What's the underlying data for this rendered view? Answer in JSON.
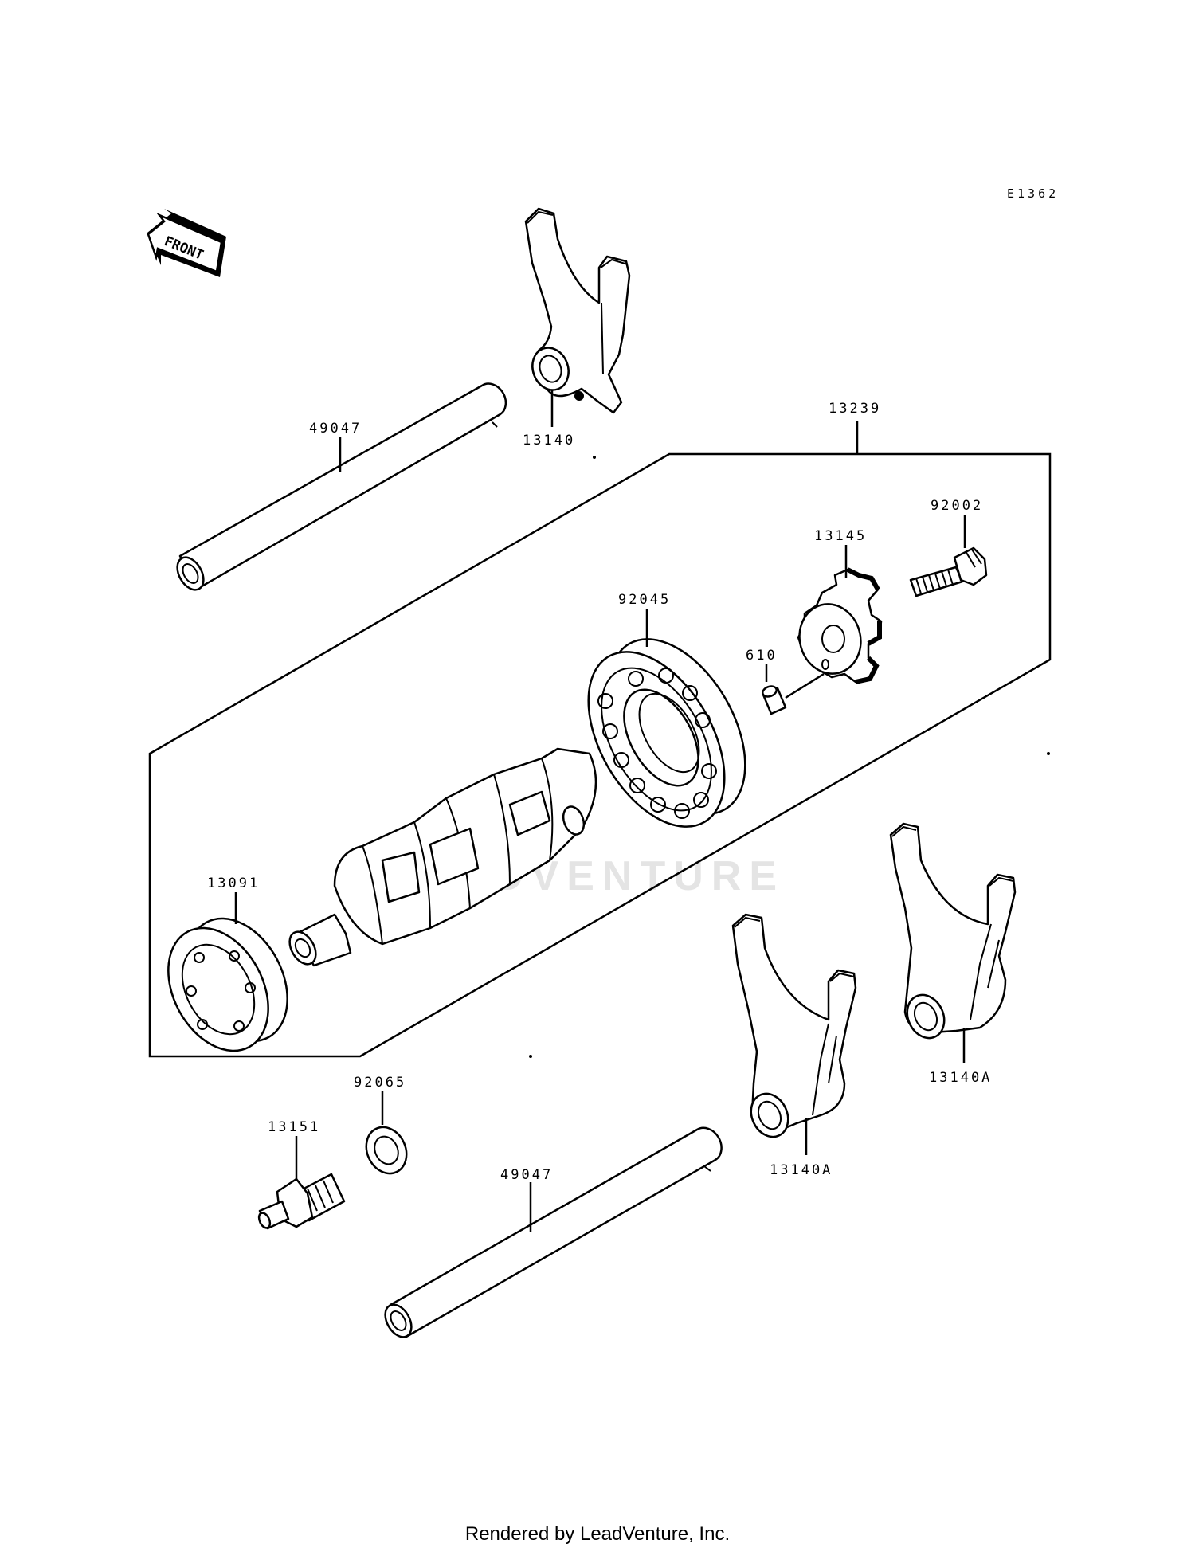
{
  "diagram": {
    "code": "E1362",
    "front_label": "FRONT",
    "watermark": "LEADVENTURE",
    "parts": [
      {
        "id": "p-49047-top",
        "label": "49047"
      },
      {
        "id": "p-13140",
        "label": "13140"
      },
      {
        "id": "p-13239",
        "label": "13239"
      },
      {
        "id": "p-92002",
        "label": "92002"
      },
      {
        "id": "p-13145",
        "label": "13145"
      },
      {
        "id": "p-92045",
        "label": "92045"
      },
      {
        "id": "p-610",
        "label": "610"
      },
      {
        "id": "p-13091",
        "label": "13091"
      },
      {
        "id": "p-92065",
        "label": "92065"
      },
      {
        "id": "p-13151",
        "label": "13151"
      },
      {
        "id": "p-49047-bottom",
        "label": "49047"
      },
      {
        "id": "p-13140A-mid",
        "label": "13140A"
      },
      {
        "id": "p-13140A-right",
        "label": "13140A"
      }
    ]
  },
  "footer": {
    "text": "Rendered by LeadVenture, Inc."
  }
}
